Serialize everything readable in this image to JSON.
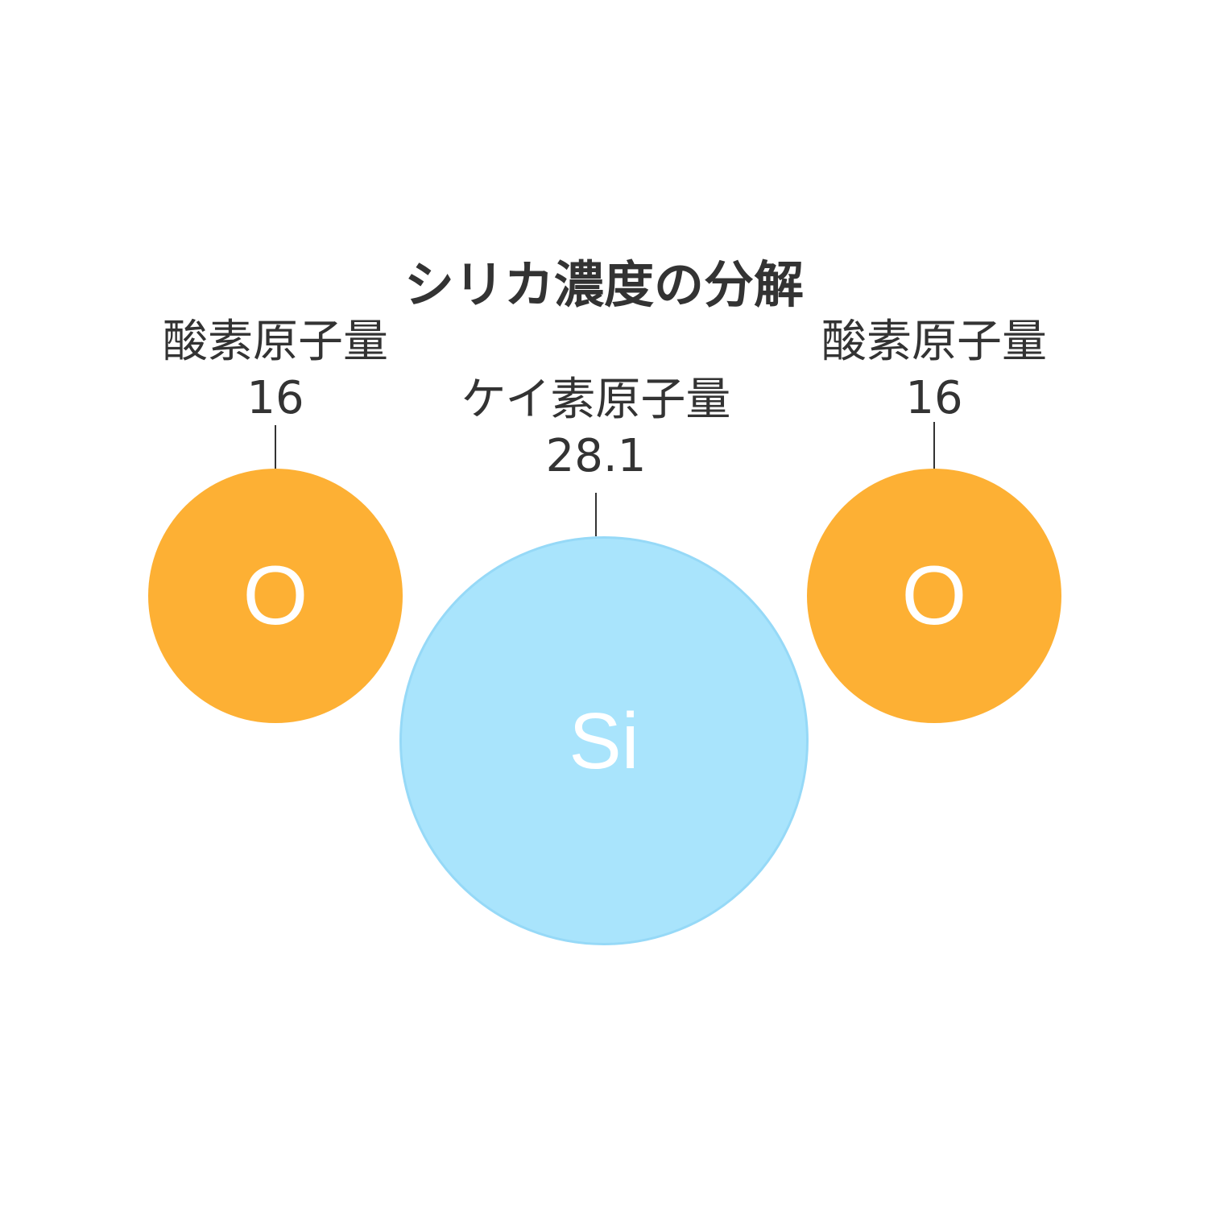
{
  "title": "シリカ濃度の分解",
  "colors": {
    "oxygen_fill": "#FDB034",
    "silicon_fill": "#A9E4FC",
    "silicon_stroke": "#96D9F7",
    "text": "#333333",
    "atom_text": "#FFFFFF"
  },
  "atoms": {
    "oxygen_left": {
      "symbol": "O",
      "label": "酸素原子量",
      "mass": "16"
    },
    "silicon": {
      "symbol": "Si",
      "label": "ケイ素原子量",
      "mass": "28.1"
    },
    "oxygen_right": {
      "symbol": "O",
      "label": "酸素原子量",
      "mass": "16"
    }
  }
}
